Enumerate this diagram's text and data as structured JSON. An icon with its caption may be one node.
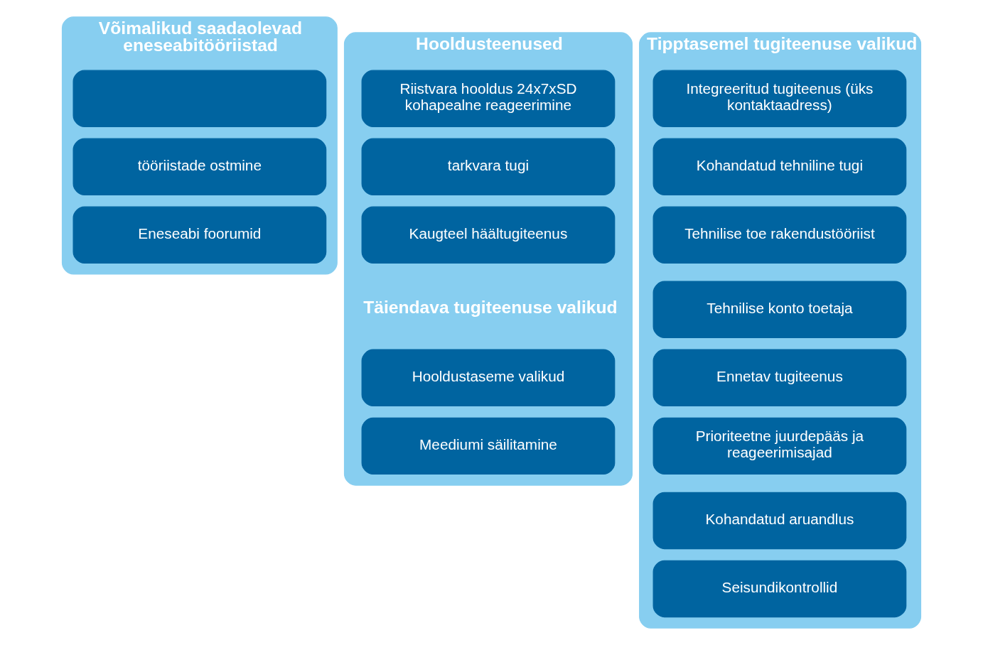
{
  "diagram": {
    "nodes": [
      {
        "text": [
          "Võimalikud saadaolevad eneseabitööriistad"
        ]
      },
      {
        "text": [],
        "shape": "box",
        "in": 0
      },
      {
        "text": [
          "tööriistade ostmine"
        ],
        "in": 0
      },
      {
        "text": [
          "Eneseabi foorumid"
        ],
        "in": 0
      },
      {
        "text": [
          "Hooldusteenused"
        ]
      },
      {
        "text": [
          "Riistvara hooldus 24x7xSD kohapealne reageerimine"
        ],
        "in": 4
      },
      {
        "text": [
          "tarkvara tugi"
        ],
        "in": 4
      },
      {
        "text": [
          "Kaugteel häältugiteenus"
        ],
        "in": 4
      },
      {
        "text": [
          "Hooldustaseme valikud"
        ],
        "in": 4
      },
      {
        "text": [
          "Meediumi säilitamine"
        ],
        "in": 4
      },
      {
        "text": [
          "Tipptasemel tugiteenuse valikud"
        ]
      },
      {
        "text": [
          "Integreeritud tugiteenus (üks kontaktaadress)"
        ],
        "in": 10
      },
      {
        "text": [
          "Kohandatud tehniline tugi"
        ],
        "in": 10
      },
      {
        "text": [
          "Tehnilise toe rakendustööriist"
        ],
        "in": 10
      },
      {
        "text": [
          "Tehnilise konto toetaja"
        ],
        "in": 10
      },
      {
        "text": [
          "Ennetav tugiteenus"
        ],
        "in": 10
      },
      {
        "text": [
          "Prioriteetne juurdepääs ja reageerimisajad"
        ],
        "in": 10
      },
      {
        "text": [
          "Kohandatud aruandlus"
        ],
        "in": 10
      },
      {
        "text": [
          "Seisundikontrollid"
        ],
        "in": 10
      }
    ],
    "labels": [
      "Täiendava tugiteenuse valikud"
    ]
  }
}
